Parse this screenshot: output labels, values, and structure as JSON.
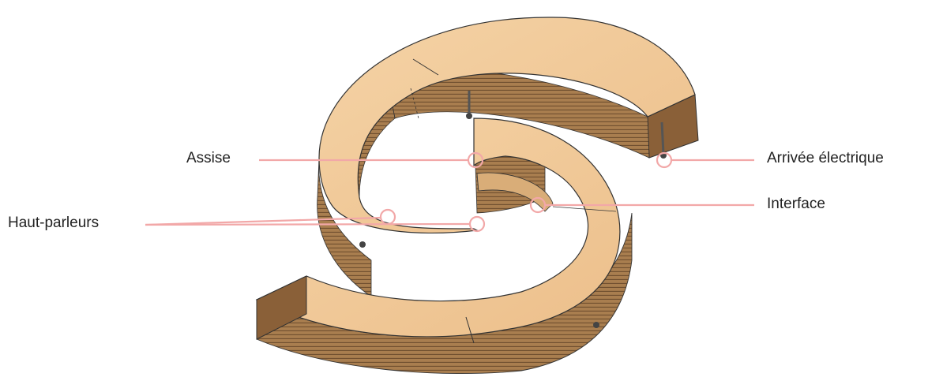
{
  "diagram": {
    "title": "",
    "labels": {
      "assise": "Assise",
      "haut_parleurs": "Haut-parleurs",
      "arrivee_electrique": "Arrivée électrique",
      "interface": "Interface"
    }
  },
  "colors": {
    "callout": "#f2a8a8",
    "wood_top": "#f2c998",
    "wood_side": "#a97e4f",
    "wood_side_dark": "#6e4e2e",
    "text": "#222222"
  }
}
